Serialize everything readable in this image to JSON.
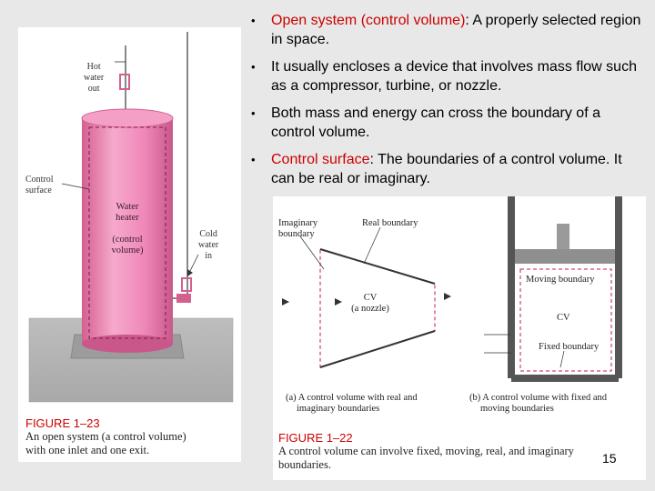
{
  "bullets": [
    {
      "highlight": "Open system (control volume)",
      "text": ": A properly selected region in space."
    },
    {
      "highlight": "",
      "text": "It usually encloses a device that involves mass flow such as a compressor, turbine, or nozzle."
    },
    {
      "highlight": "",
      "text": "Both mass and energy can cross the boundary of a control volume."
    },
    {
      "highlight": "Control surface",
      "text": ": The boundaries of a control volume. It can be real or imaginary."
    }
  ],
  "fig23": {
    "hot_water_out": [
      "Hot",
      "water",
      "out"
    ],
    "control_surface": [
      "Control",
      "surface"
    ],
    "water_heater": [
      "Water",
      "heater"
    ],
    "control_volume": [
      "(control",
      "volume)"
    ],
    "cold_water_in": [
      "Cold",
      "water",
      "in"
    ],
    "caption_title": "FIGURE 1–23",
    "caption_lines": [
      "An open system (a control volume)",
      "with one inlet and one exit."
    ]
  },
  "fig22": {
    "imaginary_boundary": [
      "Imaginary",
      "boundary"
    ],
    "real_boundary": "Real boundary",
    "cv_nozzle": [
      "CV",
      "(a nozzle)"
    ],
    "moving_boundary": "Moving boundary",
    "cv": "CV",
    "fixed_boundary": "Fixed boundary",
    "sub_a": [
      "(a) A control volume with real and",
      "imaginary boundaries"
    ],
    "sub_b": [
      "(b) A control volume with fixed and",
      "moving boundaries"
    ],
    "caption_title": "FIGURE 1–22",
    "caption_lines": [
      "A control volume can involve fixed, moving, real, and imaginary",
      "boundaries."
    ]
  },
  "page_number": "15",
  "colors": {
    "pink_fill": "#ef86b8",
    "pink_dark": "#d4608f",
    "highlight": "#cc0000"
  }
}
